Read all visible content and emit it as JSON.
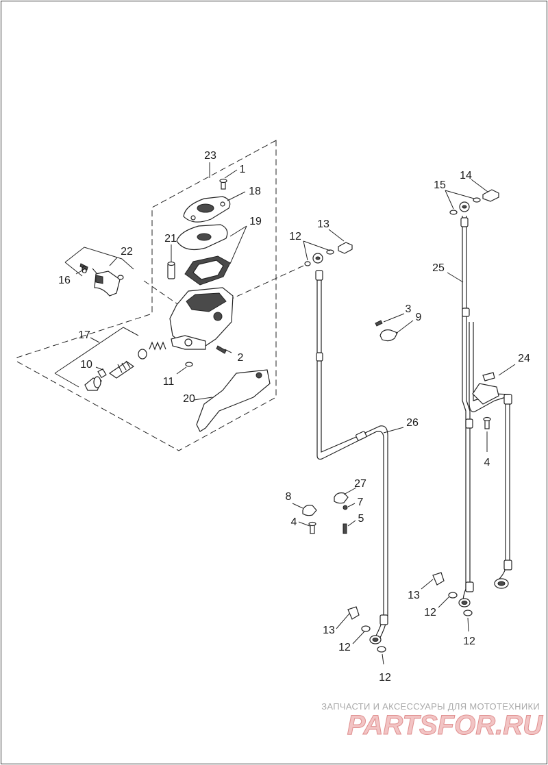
{
  "callouts": {
    "c1": "1",
    "c2": "2",
    "c3": "3",
    "c4a": "4",
    "c4b": "4",
    "c5": "5",
    "c6": "6",
    "c7": "7",
    "c8": "8",
    "c9": "9",
    "c10": "10",
    "c11": "11",
    "c12a": "12",
    "c12b": "12",
    "c12c": "12",
    "c12d": "12",
    "c12e": "12",
    "c13a": "13",
    "c13b": "13",
    "c13c": "13",
    "c14": "14",
    "c15": "15",
    "c16": "16",
    "c17": "17",
    "c18": "18",
    "c19": "19",
    "c20": "20",
    "c21": "21",
    "c22": "22",
    "c23": "23",
    "c24": "24",
    "c25": "25",
    "c26": "26",
    "c27": "27"
  },
  "watermark": {
    "tagline": "ЗАПЧАСТИ И АКСЕССУАРЫ ДЛЯ МОТОТЕХНИКИ",
    "logo": "PARTSFOR.RU",
    "logo_color": "#f2c4c4",
    "logo_outline": "#e08f8f"
  }
}
